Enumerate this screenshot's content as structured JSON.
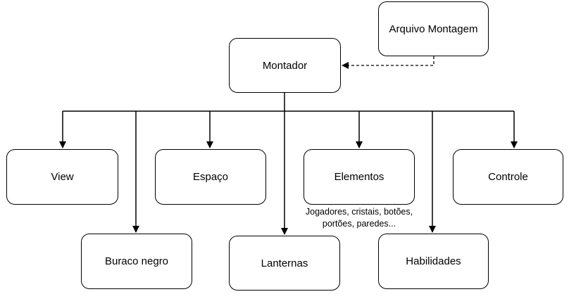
{
  "nodes": {
    "arquivo": "Arquivo Montagem",
    "montador": "Montador",
    "view": "View",
    "espaco": "Espaço",
    "elementos": "Elementos",
    "controle": "Controle",
    "buraco": "Buraco negro",
    "lanternas": "Lanternas",
    "habilidades": "Habilidades"
  },
  "notes": {
    "elementos_line1": "Jogadores, cristais, botões,",
    "elementos_line2": "portões, paredes..."
  }
}
